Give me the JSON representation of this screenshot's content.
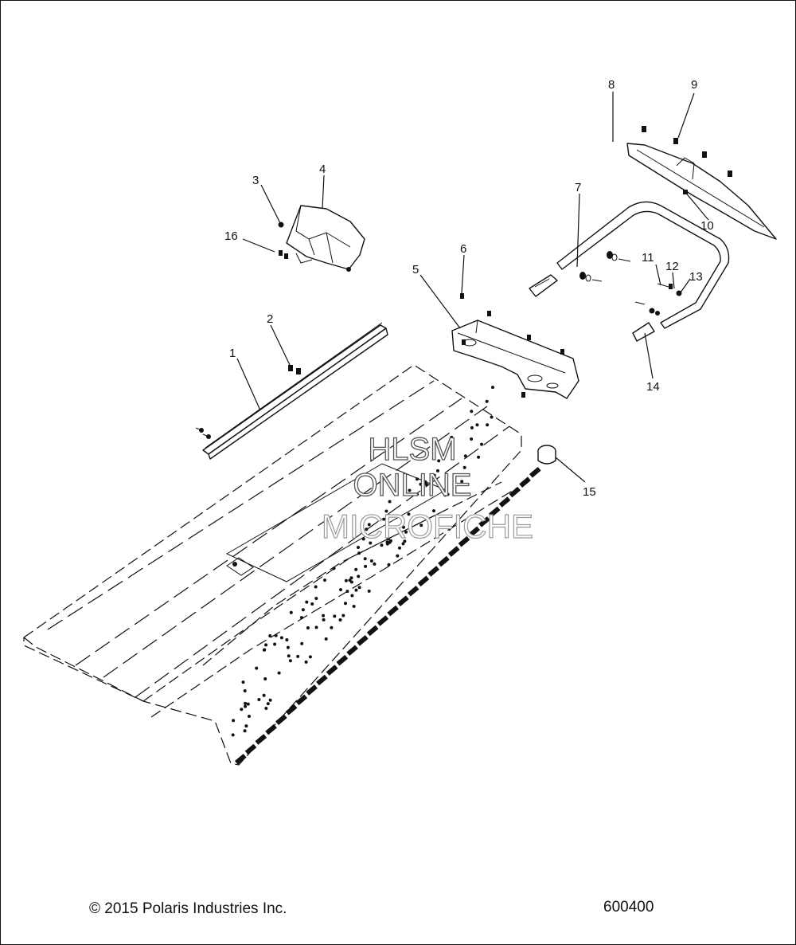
{
  "diagram": {
    "callouts": [
      {
        "id": "1",
        "label": "1"
      },
      {
        "id": "2",
        "label": "2"
      },
      {
        "id": "3",
        "label": "3"
      },
      {
        "id": "4",
        "label": "4"
      },
      {
        "id": "5",
        "label": "5"
      },
      {
        "id": "6",
        "label": "6"
      },
      {
        "id": "7",
        "label": "7"
      },
      {
        "id": "8",
        "label": "8"
      },
      {
        "id": "9",
        "label": "9"
      },
      {
        "id": "10",
        "label": "10"
      },
      {
        "id": "11",
        "label": "11"
      },
      {
        "id": "12",
        "label": "12"
      },
      {
        "id": "13",
        "label": "13"
      },
      {
        "id": "14",
        "label": "14"
      },
      {
        "id": "15",
        "label": "15"
      },
      {
        "id": "16",
        "label": "16"
      }
    ]
  },
  "watermark": {
    "line1": "HLSM",
    "line2": "ONLINE",
    "line3": "MICROFICHE"
  },
  "footer": {
    "copyright": "© 2015 Polaris Industries Inc.",
    "diagram_number": "600400"
  }
}
